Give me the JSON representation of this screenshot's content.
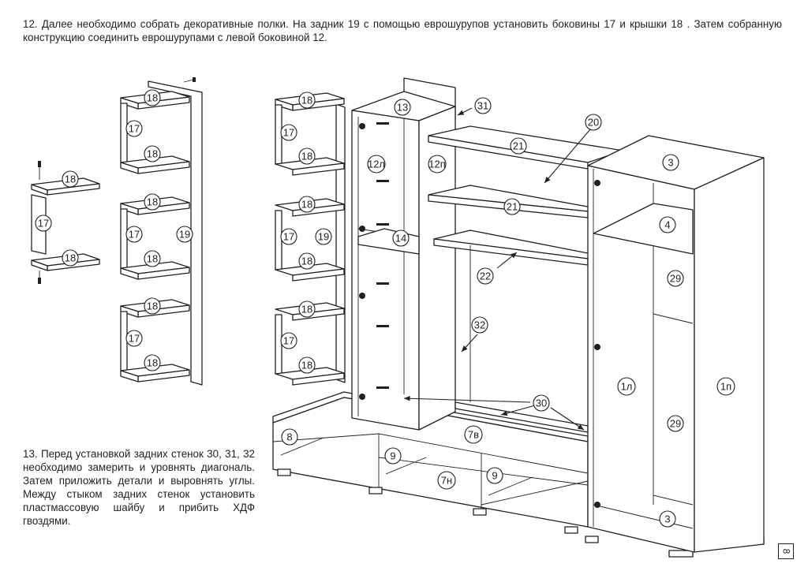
{
  "instructions": {
    "step12": "12. Далее необходимо собрать декоративные полки. На задник 19 с помощью еврошурупов установить боковины 17 и крышки 18 . Затем собранную конструкцию соединить еврошурупами с левой боковиной 12.",
    "step13": "13.  Перед установкой задних стенок 30, 31, 32  необходимо  замерить  и  уровнять диагональ.  Затем  приложить  детали  и выровнять  углы.  Между  стыком  задних стенок установить пластмассовую шайбу и прибить ХДФ гвоздями."
  },
  "page_number": "8",
  "callouts": {
    "p18": "18",
    "p17": "17",
    "p19": "19",
    "p13": "13",
    "p31": "31",
    "p20": "20",
    "p21": "21",
    "p3": "3",
    "p4": "4",
    "p29": "29",
    "p12l": "12л",
    "p12p": "12п",
    "p14": "14",
    "p22": "22",
    "p32": "32",
    "p1l": "1л",
    "p1p": "1п",
    "p30": "30",
    "p8": "8",
    "p9": "9",
    "p7v": "7в",
    "p7n": "7н"
  }
}
